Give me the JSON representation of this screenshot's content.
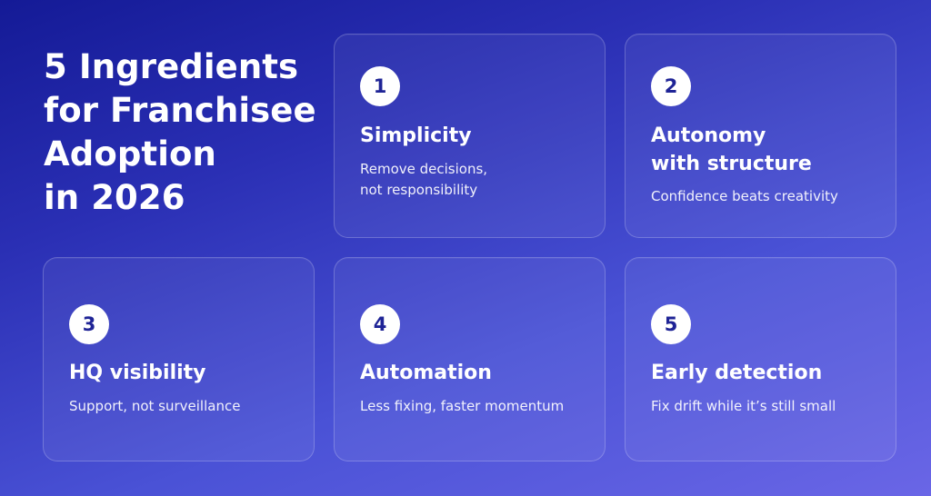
{
  "title": "5 Ingredients\nfor Franchisee\nAdoption\nin 2026",
  "cards": [
    {
      "number": "1",
      "title": "Simplicity",
      "desc": "Remove decisions,\nnot responsibility"
    },
    {
      "number": "2",
      "title": "Autonomy\nwith structure",
      "desc": "Confidence beats creativity"
    },
    {
      "number": "3",
      "title": "HQ visibility",
      "desc": "Support, not surveillance"
    },
    {
      "number": "4",
      "title": "Automation",
      "desc": "Less fixing, faster momentum"
    },
    {
      "number": "5",
      "title": "Early detection",
      "desc": "Fix drift while it’s still small"
    }
  ],
  "colors": {
    "background_top": "#141a96",
    "background_bottom": "#6a66e6",
    "badge_fill": "#ffffff",
    "badge_text": "#1f2496"
  }
}
